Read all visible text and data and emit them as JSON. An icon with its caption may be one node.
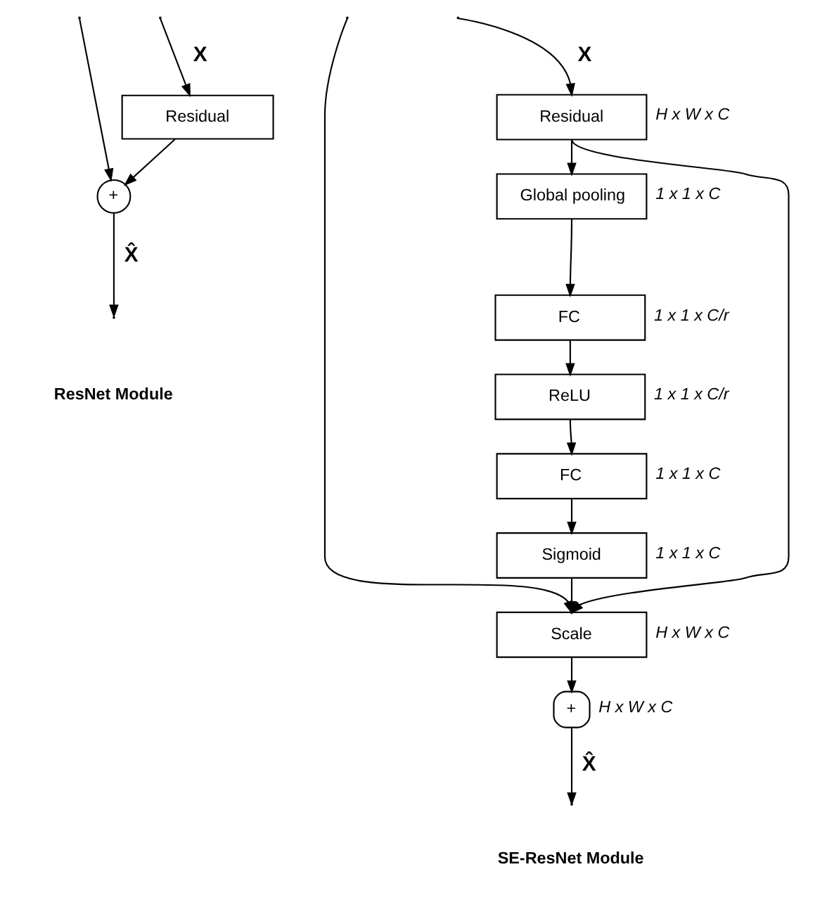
{
  "diagram": {
    "nodes": [
      {
        "text": [
          "Residual"
        ]
      },
      {
        "text": [
          "+"
        ]
      },
      {
        "text": [
          "Residual"
        ],
        "beside": [
          "H x W x C"
        ]
      },
      {
        "text": [
          "Global pooling"
        ],
        "beside": [
          "1 x 1 x C"
        ]
      },
      {
        "text": [
          "FC"
        ],
        "beside": [
          "1 x 1 x C/r"
        ]
      },
      {
        "text": [
          "ReLU"
        ],
        "beside": [
          "1 x 1 x C/r"
        ]
      },
      {
        "text": [
          "FC"
        ],
        "beside": [
          "1 x 1 x C"
        ]
      },
      {
        "text": [
          "Sigmoid"
        ],
        "beside": [
          "1 x 1 x C"
        ]
      },
      {
        "text": [
          "Scale"
        ],
        "beside": [
          "H x W x C"
        ]
      },
      {
        "text": [
          "+"
        ],
        "beside": [
          "H x W x C"
        ]
      }
    ],
    "edges": [
      {
        "from": null,
        "to": 0,
        "arrow": "to",
        "label": "X"
      },
      {
        "from": null,
        "to": 1,
        "arrow": "to"
      },
      {
        "from": 0,
        "to": 1,
        "arrow": "to"
      },
      {
        "from": 1,
        "to": null,
        "arrow": "to",
        "label": "X̂"
      },
      {
        "from": null,
        "to": 2,
        "arrow": "to",
        "label": "X"
      },
      {
        "from": null,
        "to": 8,
        "arrow": "to"
      },
      {
        "from": 2,
        "to": 3,
        "arrow": "to"
      },
      {
        "from": 2,
        "to": 8,
        "arrow": "to"
      },
      {
        "from": 3,
        "to": 4,
        "arrow": "to"
      },
      {
        "from": 4,
        "to": 5,
        "arrow": "to"
      },
      {
        "from": 5,
        "to": 6,
        "arrow": "to"
      },
      {
        "from": 6,
        "to": 7,
        "arrow": "to"
      },
      {
        "from": 7,
        "to": 8,
        "arrow": "to"
      },
      {
        "from": 8,
        "to": 9,
        "arrow": "to"
      },
      {
        "from": 9,
        "to": null,
        "arrow": "to",
        "label": "X̂"
      }
    ],
    "labels": [
      "ResNet Module",
      "SE-ResNet Module"
    ]
  }
}
